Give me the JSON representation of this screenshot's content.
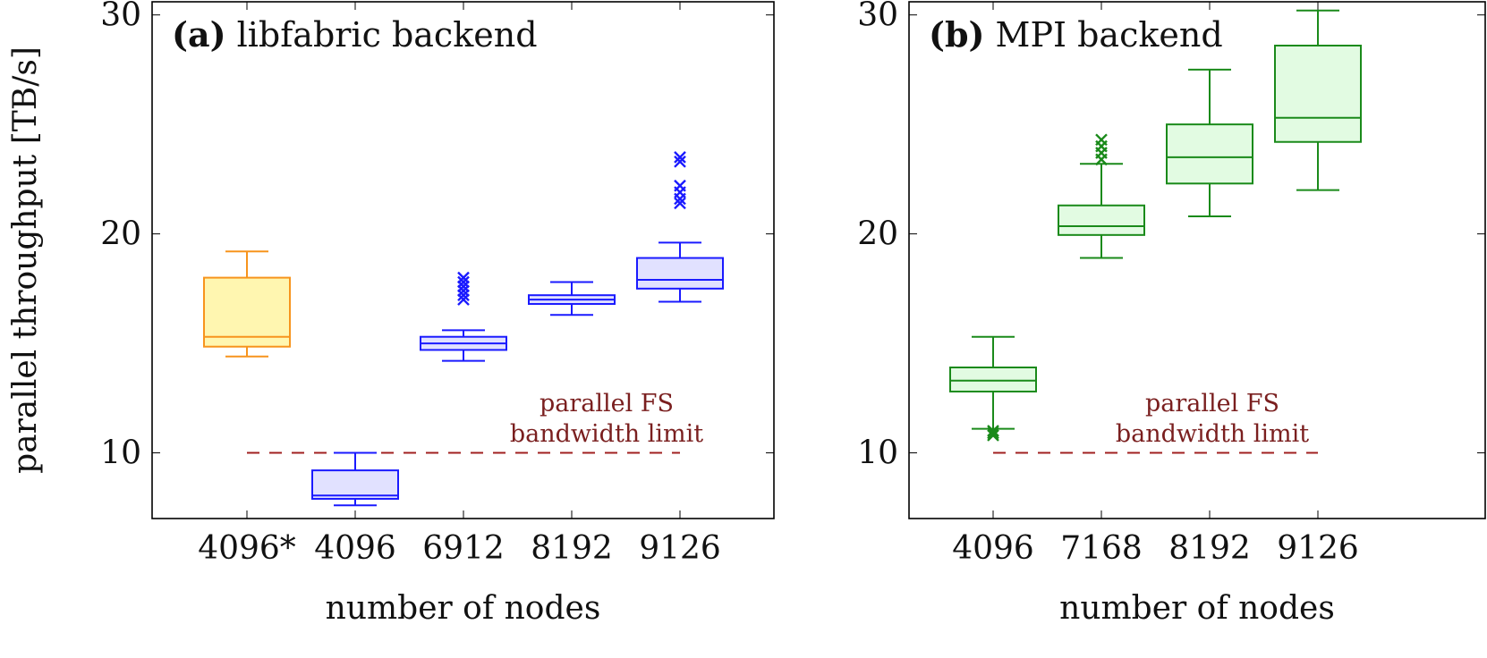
{
  "chart_data": [
    {
      "type": "box",
      "panel_label": "(a)",
      "title": "libfabric backend",
      "xlabel": "number of nodes",
      "ylabel": "parallel throughput [TB/s]",
      "ylim": [
        7,
        30.6
      ],
      "yticks": [
        10,
        20,
        30
      ],
      "grid": "ticks-only",
      "categories": [
        "4096*",
        "4096",
        "6912",
        "8192",
        "9126"
      ],
      "boxes": [
        {
          "category": "4096*",
          "whisker_low": 14.4,
          "q1": 14.85,
          "median": 15.3,
          "q3": 18.0,
          "whisker_high": 19.2,
          "outliers": [],
          "color": "#f7941d",
          "fill": "#fff6b0"
        },
        {
          "category": "4096",
          "whisker_low": 7.6,
          "q1": 7.9,
          "median": 8.05,
          "q3": 9.2,
          "whisker_high": 10.0,
          "outliers": [],
          "color": "#1a1aff",
          "fill": "#e1e1ff"
        },
        {
          "category": "6912",
          "whisker_low": 14.2,
          "q1": 14.7,
          "median": 15.0,
          "q3": 15.3,
          "whisker_high": 15.6,
          "outliers": [
            17.0,
            17.2,
            17.4,
            17.6,
            17.8,
            18.0
          ],
          "color": "#1a1aff",
          "fill": "#e1e1ff"
        },
        {
          "category": "8192",
          "whisker_low": 16.3,
          "q1": 16.8,
          "median": 17.0,
          "q3": 17.2,
          "whisker_high": 17.8,
          "outliers": [],
          "color": "#1a1aff",
          "fill": "#e1e1ff"
        },
        {
          "category": "9126",
          "whisker_low": 16.9,
          "q1": 17.5,
          "median": 17.9,
          "q3": 18.9,
          "whisker_high": 19.6,
          "outliers": [
            21.4,
            21.6,
            21.9,
            22.2,
            23.3,
            23.5
          ],
          "color": "#1a1aff",
          "fill": "#e1e1ff"
        }
      ],
      "reference_line": {
        "y": 10,
        "x_from": "4096*",
        "x_to": "9126",
        "color": "#a02020",
        "style": "dashed",
        "label": [
          "parallel FS",
          "bandwidth limit"
        ]
      }
    },
    {
      "type": "box",
      "panel_label": "(b)",
      "title": "MPI backend",
      "xlabel": "number of nodes",
      "ylabel": "",
      "ylim": [
        7,
        30.6
      ],
      "yticks": [
        10,
        20,
        30
      ],
      "grid": "ticks-only",
      "categories": [
        "4096",
        "7168",
        "8192",
        "9126"
      ],
      "boxes": [
        {
          "category": "4096",
          "whisker_low": 11.1,
          "q1": 12.8,
          "median": 13.3,
          "q3": 13.9,
          "whisker_high": 15.3,
          "outliers": [
            10.8,
            10.9,
            11.0
          ],
          "color": "#1a8a1a",
          "fill": "#e2fbe2"
        },
        {
          "category": "7168",
          "whisker_low": 18.9,
          "q1": 19.95,
          "median": 20.35,
          "q3": 21.3,
          "whisker_high": 23.2,
          "outliers": [
            23.4,
            23.7,
            24.0,
            24.3
          ],
          "color": "#1a8a1a",
          "fill": "#e2fbe2"
        },
        {
          "category": "8192",
          "whisker_low": 20.8,
          "q1": 22.3,
          "median": 23.5,
          "q3": 25.0,
          "whisker_high": 27.5,
          "outliers": [],
          "color": "#1a8a1a",
          "fill": "#e2fbe2"
        },
        {
          "category": "9126",
          "whisker_low": 22.0,
          "q1": 24.2,
          "median": 25.3,
          "q3": 28.6,
          "whisker_high": 30.2,
          "outliers": [],
          "color": "#1a8a1a",
          "fill": "#e2fbe2"
        }
      ],
      "reference_line": {
        "y": 10,
        "x_from": "4096",
        "x_to": "9126",
        "color": "#a02020",
        "style": "dashed",
        "label": [
          "parallel FS",
          "bandwidth limit"
        ]
      }
    }
  ]
}
